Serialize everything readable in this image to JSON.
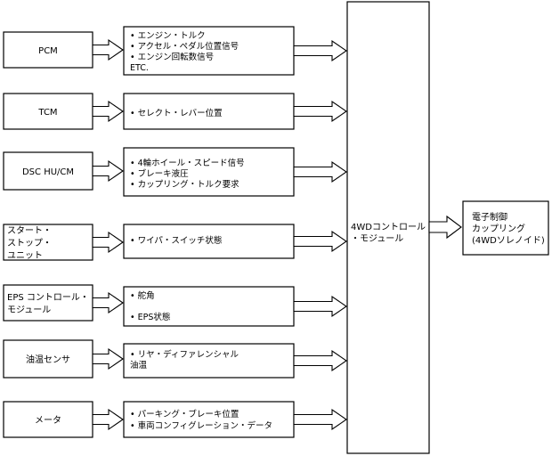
{
  "inputs": [
    {
      "label": [
        "PCM"
      ],
      "signals": [
        "• エンジン・トルク",
        "• アクセル・ペダル位置信号",
        "• エンジン回転数信号",
        "   ETC."
      ]
    },
    {
      "label": [
        "TCM"
      ],
      "signals": [
        "• セレクト・レバー位置"
      ]
    },
    {
      "label": [
        "DSC HU/CM"
      ],
      "signals": [
        "• 4輪ホイール・スピード信号",
        "• ブレーキ液圧",
        "• カップリング・トルク要求"
      ]
    },
    {
      "label": [
        "スタート・",
        "ストップ・",
        "ユニット"
      ],
      "signals": [
        "• ワイパ・スイッチ状態"
      ]
    },
    {
      "label": [
        "EPS コントロール・",
        "モジュール"
      ],
      "signals": [
        "• 舵角",
        "",
        "• EPS状態"
      ]
    },
    {
      "label": [
        "油温センサ"
      ],
      "signals": [
        "• リヤ・ディファレンシャル",
        "   油温"
      ]
    },
    {
      "label": [
        "メータ"
      ],
      "signals": [
        "• パーキング・ブレーキ位置",
        "• 車両コンフィグレーション・データ"
      ]
    }
  ],
  "controller": {
    "label": [
      "4WDコントロール",
      "・モジュール"
    ]
  },
  "output": {
    "label": [
      "電子制御",
      "カップリング",
      "(4WDソレノイド)"
    ]
  }
}
